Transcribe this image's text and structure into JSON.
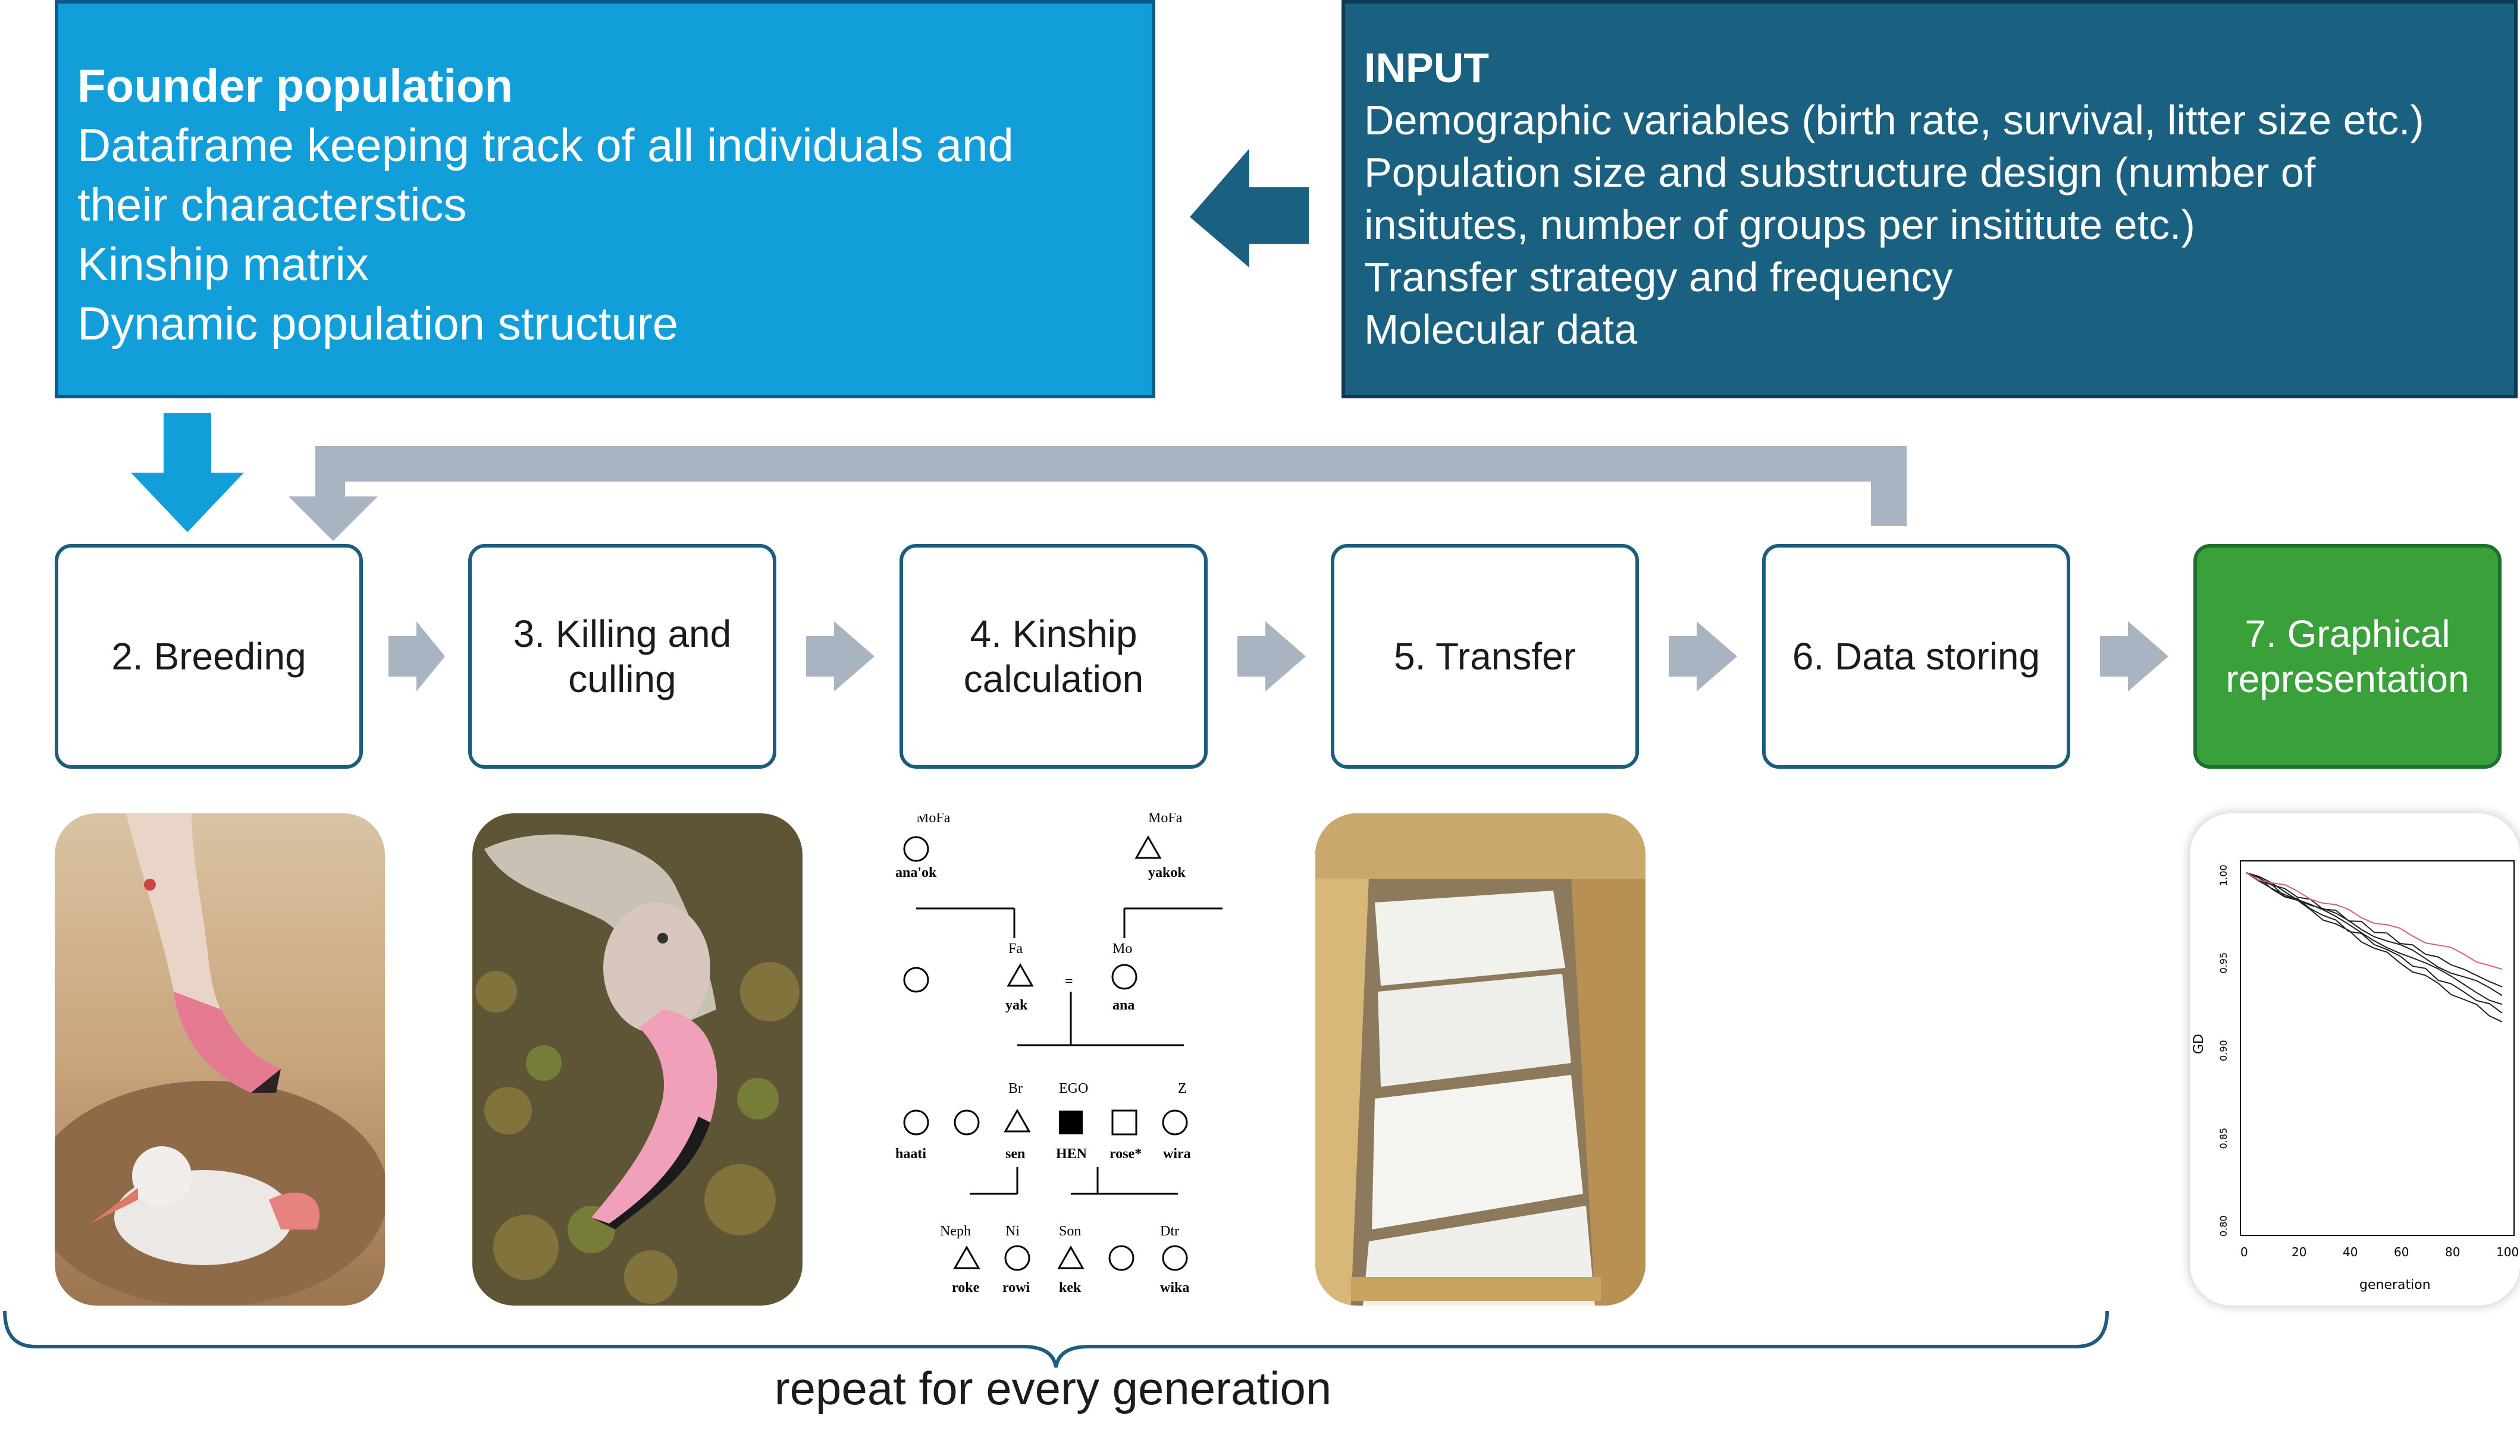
{
  "founder": {
    "title": "Founder population",
    "lines": [
      "Dataframe keeping track of all individuals and",
      "their characterstics",
      "Kinship matrix",
      "Dynamic population structure"
    ]
  },
  "input": {
    "title": "INPUT",
    "lines": [
      "Demographic variables (birth rate, survival, litter size etc.)",
      "Population size and substructure design (number of",
      "insitutes, number of groups per insititute etc.)",
      "Transfer strategy and frequency",
      "Molecular data"
    ]
  },
  "steps": [
    {
      "label": "2. Breeding"
    },
    {
      "label": "3. Killing and culling"
    },
    {
      "label": "4. Kinship calculation"
    },
    {
      "label": "5. Transfer"
    },
    {
      "label": "6. Data storing"
    },
    {
      "label": "7. Graphical representation"
    }
  ],
  "repeat_label": "repeat for every generation",
  "colors": {
    "founder_fill": "#119ed9",
    "input_fill": "#1a6081",
    "arrow_blue": "#119ed9",
    "arrow_dark": "#1a6081",
    "arrow_grey": "#a8b4c2",
    "step_border": "#1c5c7c",
    "graphical_fill": "#3aa13a"
  },
  "pedigree": {
    "labels": [
      "MoFa",
      "ana'ok",
      "yakok",
      "Fa",
      "Mo",
      "yak",
      "ana",
      "Br",
      "EGO",
      "Z",
      "haati",
      "sen",
      "HEN",
      "rose*",
      "wira",
      "Neph",
      "Ni",
      "Son",
      "Dtr",
      "roke",
      "rowi",
      "kek",
      "wika"
    ]
  },
  "mini_chart": {
    "xlabel": "generation",
    "ylabel": "GD",
    "x_ticks": [
      "0",
      "20",
      "40",
      "60",
      "80",
      "100"
    ],
    "y_ticks": [
      "0.80",
      "0.85",
      "0.90",
      "0.95",
      "1.00"
    ]
  }
}
